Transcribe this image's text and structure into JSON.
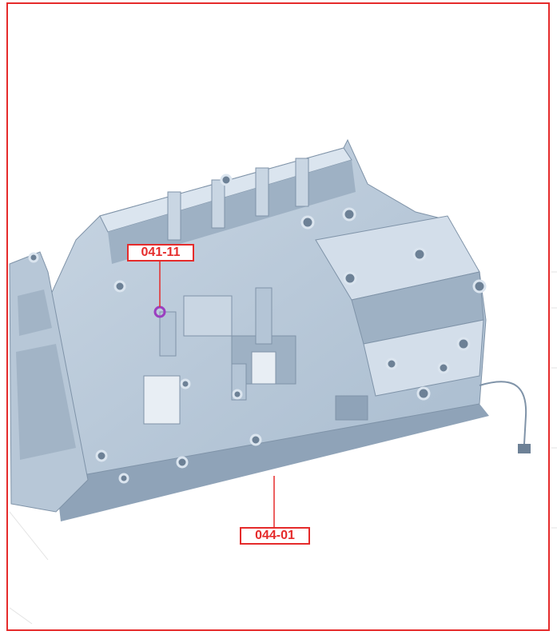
{
  "figure": {
    "callouts": [
      {
        "id": "041-11",
        "label": "041-11"
      },
      {
        "id": "044-01",
        "label": "044-01"
      }
    ],
    "colors": {
      "frame": "#e52b2b",
      "callout": "#e52b2b",
      "part_face": "#b9c9d9",
      "part_dark": "#7f93a8",
      "part_light": "#dbe5ef",
      "highlight": "#9b3fc0"
    }
  }
}
